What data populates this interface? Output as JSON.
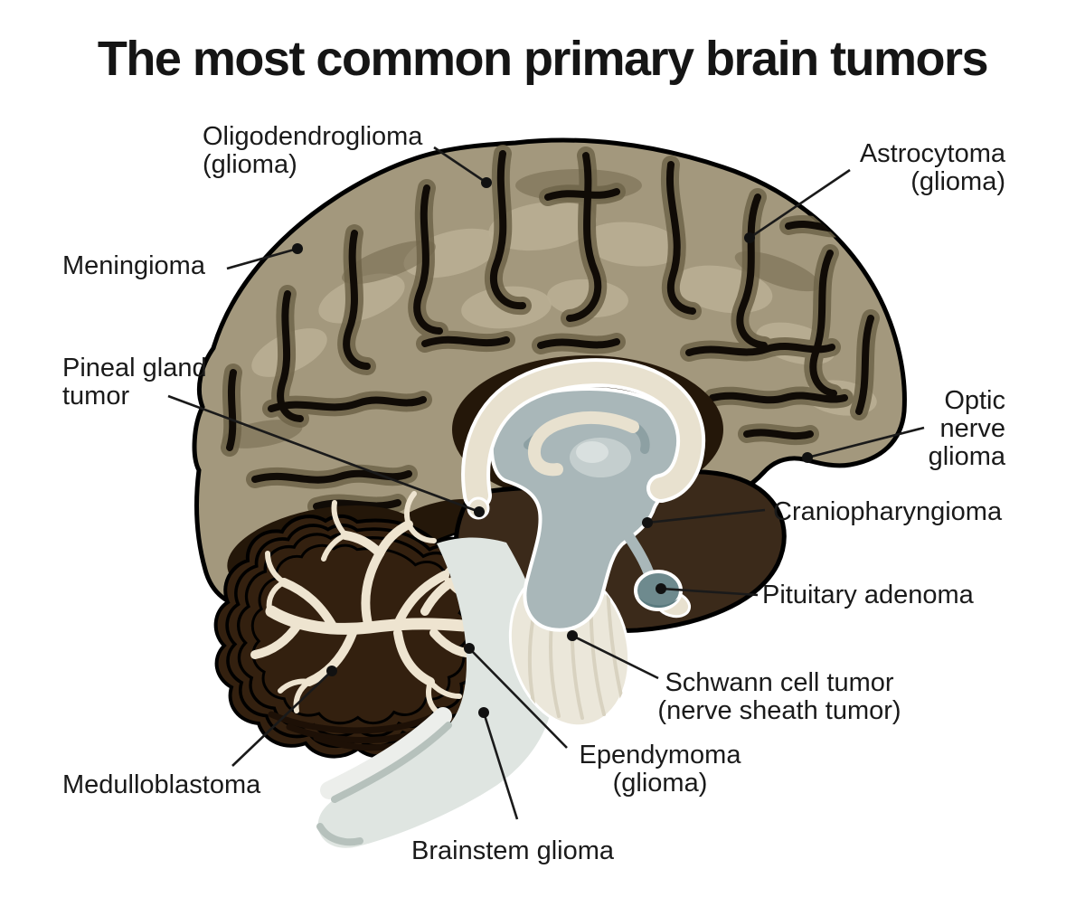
{
  "title": "The most common primary brain tumors",
  "labels": {
    "oligodendroglioma": "Oligodendroglioma\n(glioma)",
    "astrocytoma": "Astrocytoma\n(glioma)",
    "meningioma": "Meningioma",
    "pineal_gland_tumor": "Pineal gland\ntumor",
    "optic_nerve_glioma": "Optic\nnerve\nglioma",
    "craniopharyngioma": "Craniopharyngioma",
    "pituitary_adenoma": "Pituitary adenoma",
    "schwann_cell_tumor": "Schwann cell tumor\n(nerve sheath tumor)",
    "ependymoma": "Ependymoma\n(glioma)",
    "medulloblastoma": "Medulloblastoma",
    "brainstem_glioma": "Brainstem glioma"
  },
  "colors": {
    "bg": "#ffffff",
    "ink": "#1a1a1a",
    "outline": "#000000",
    "tan": "#a3987d",
    "tan_hi": "#b9ae93",
    "tan_sh": "#6f6449",
    "deep": "#241709",
    "base_brown": "#3b2a1a",
    "cream": "#e8e1cf",
    "grayblue": "#a9b7b9",
    "grayblue_dk": "#8da0a3",
    "grayblue_lt": "#c9d2d1",
    "cb_dark": "#33200f",
    "cb_cream": "#dfd1b4",
    "cb_ring": "#4a2e15",
    "cb_mid": "#8a5c2e",
    "tree": "#eee4d0",
    "stem": "#dfe5e1",
    "stem_sh": "#b6c1bc",
    "fan": "#ebe7da",
    "fan_stripe": "#d8d2c0",
    "pit": "#6e8a8e",
    "pit_dk": "#5a7a7f"
  }
}
